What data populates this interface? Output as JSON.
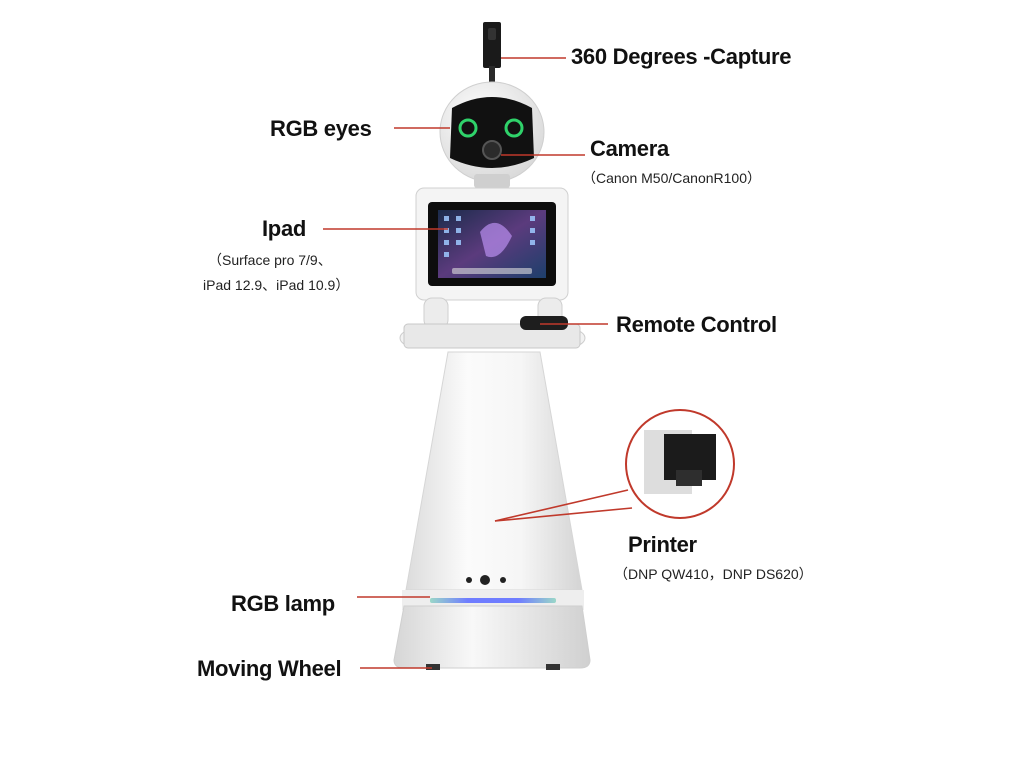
{
  "labels": {
    "capture": "360 Degrees -Capture",
    "eyes": "RGB eyes",
    "camera": "Camera",
    "camera_models": "（Canon M50/CanonR100）",
    "ipad": "Ipad",
    "ipad_models_1": "（Surface pro 7/9、",
    "ipad_models_2": "iPad 12.9、iPad 10.9）",
    "remote": "Remote Control",
    "printer": "Printer",
    "printer_models": "（DNP QW410，DNP DS620）",
    "lamp": "RGB lamp",
    "wheel": "Moving Wheel"
  },
  "colors": {
    "leader_line": "#c0392b",
    "robot_body": "#f2f2f2",
    "eye_glow": "#2fd26a",
    "lamp_glow": "#6f7dff"
  }
}
